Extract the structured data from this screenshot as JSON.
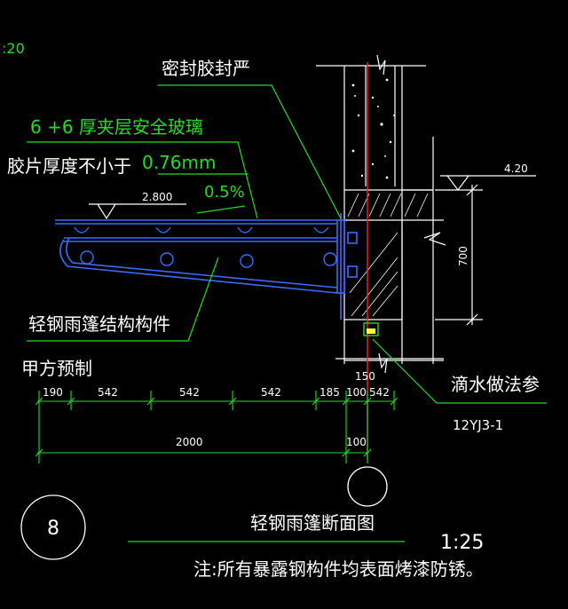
{
  "scale_corner": ":20",
  "labels": {
    "sealant": "密封胶封严",
    "glass": "6 +6 厚夹层安全玻璃",
    "film": "胶片厚度不小于",
    "film_value": "0.76mm",
    "slope": "0.5%",
    "elev_left": "2.800",
    "elev_right": "4.20",
    "height_700": "700",
    "steel_member": "轻钢雨篷结构构件",
    "prefab": "甲方预制",
    "drip": "滴水做法参",
    "drip_ref": "12YJ3-1",
    "dim_150": "150"
  },
  "dimensions": {
    "top_row": [
      "190",
      "542",
      "542",
      "542",
      "185",
      "100",
      "542"
    ],
    "total": "2000",
    "offset": "100"
  },
  "title": {
    "number": "8",
    "name": "轻钢雨篷断面图",
    "scale": "1:25",
    "note": "注:所有暴露钢构件均表面烤漆防锈。"
  },
  "colors": {
    "background": "#000000",
    "text": "#ffffff",
    "dimension": "#22dd22",
    "steel": "#3a6cff",
    "concrete": "#ffffff",
    "accent": "#ff2222",
    "leader": "#22dd22"
  }
}
